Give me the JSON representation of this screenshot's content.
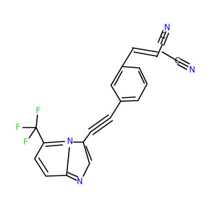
{
  "molecule": {
    "atoms": {
      "n_nitrile_top": "N",
      "c_nitrile_top": "C",
      "c_nitrile_bottom": "C",
      "n_nitrile_bottom": "N",
      "n_bridgehead": "N",
      "n_imidazole": "N",
      "f_left": "F",
      "f_top": "F",
      "f_bottom": "F"
    },
    "colors": {
      "bond": "#000000",
      "nitrogen": "#0000ff",
      "fluorine": "#33cc33"
    }
  }
}
